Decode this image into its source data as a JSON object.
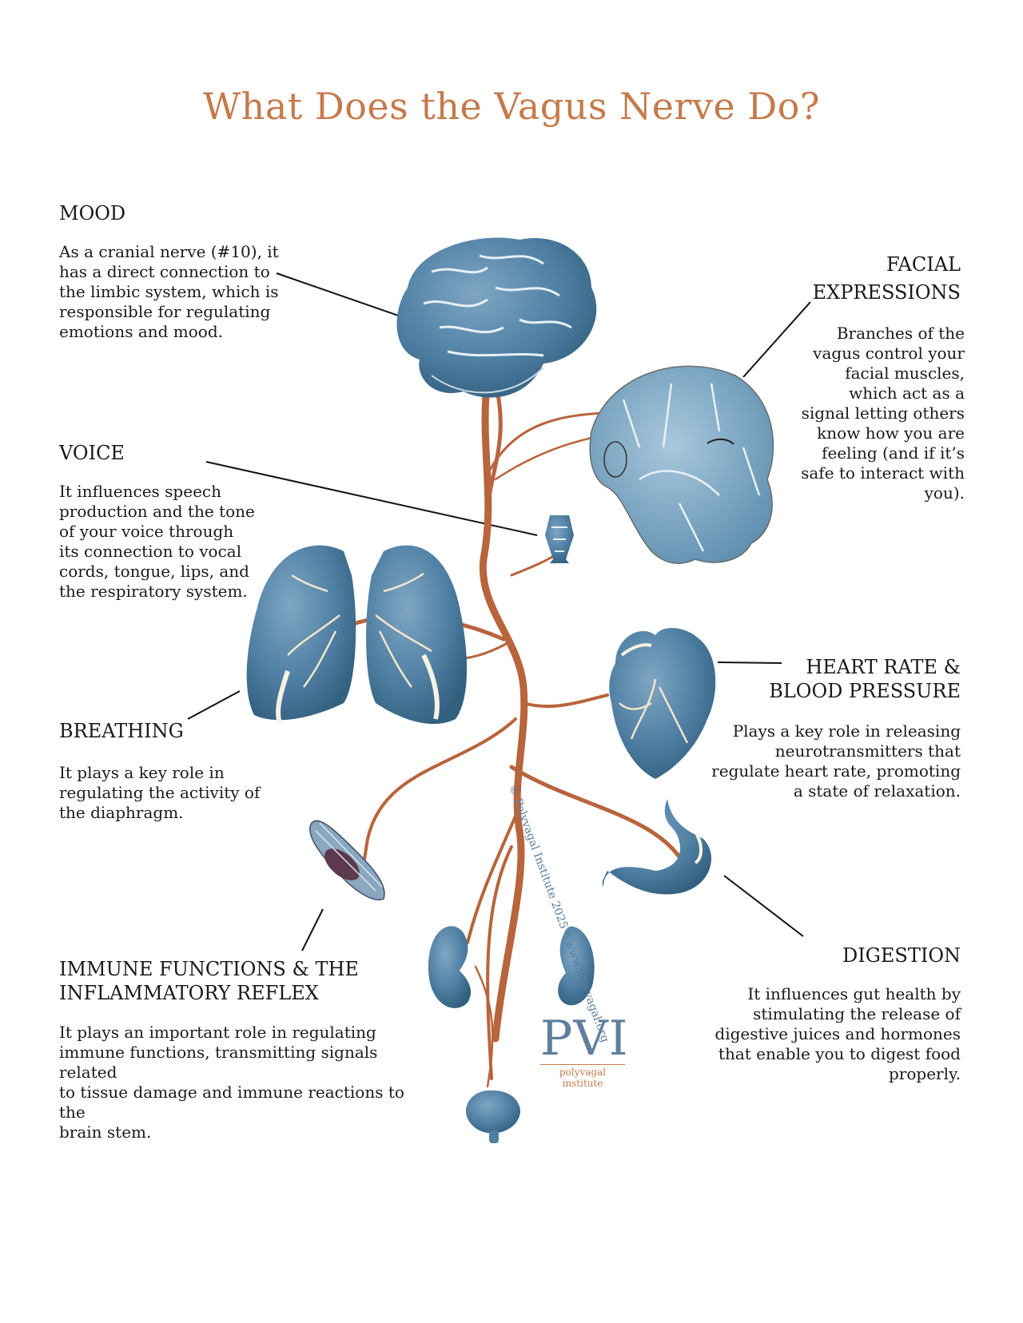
{
  "title": "What Does the Vagus Nerve Do?",
  "sections": {
    "mood": {
      "heading": "MOOD",
      "text": "As a cranial nerve (#10), it\nhas a direct connection to\nthe limbic system, which is\nresponsible for regulating\nemotions and mood."
    },
    "facial": {
      "heading_line1": "FACIAL",
      "heading_line2": "EXPRESSIONS",
      "text": "Branches of the\nvagus control your\nfacial muscles,\nwhich act as a\nsignal letting others\nknow how you are\nfeeling (and if it’s\nsafe to interact with\nyou)."
    },
    "voice": {
      "heading": "VOICE",
      "text": "It influences speech\nproduction and the tone\nof your voice through\nits connection to vocal\ncords, tongue, lips, and\nthe respiratory system."
    },
    "heart": {
      "heading_line1": "HEART RATE &",
      "heading_line2": "BLOOD PRESSURE",
      "text": "Plays a key role in releasing\nneurotransmitters that\nregulate heart rate, promoting\na state of relaxation."
    },
    "breathing": {
      "heading": "BREATHING",
      "text": "It plays a key role in\nregulating the activity of\nthe diaphragm."
    },
    "immune": {
      "heading_line1": "IMMUNE FUNCTIONS & THE",
      "heading_line2": "INFLAMMATORY REFLEX",
      "text": "It plays an important role in regulating\nimmune functions, transmitting signals related\nto tissue damage and immune reactions to the\nbrain stem."
    },
    "digestion": {
      "heading": "DIGESTION",
      "text": "It influences gut health by\nstimulating the release of\ndigestive juices and hormones\nthat enable you to digest food\nproperly."
    }
  },
  "credit": "© Polyvagal Institute 2025 * www.polyvagal.org",
  "logo": {
    "mark": "PVI",
    "subtitle": "polyvagal institute"
  },
  "colors": {
    "title": "#c57a4b",
    "nerve": "#b8643c",
    "organ": "#4f7fa3",
    "text": "#1a1a1a"
  }
}
